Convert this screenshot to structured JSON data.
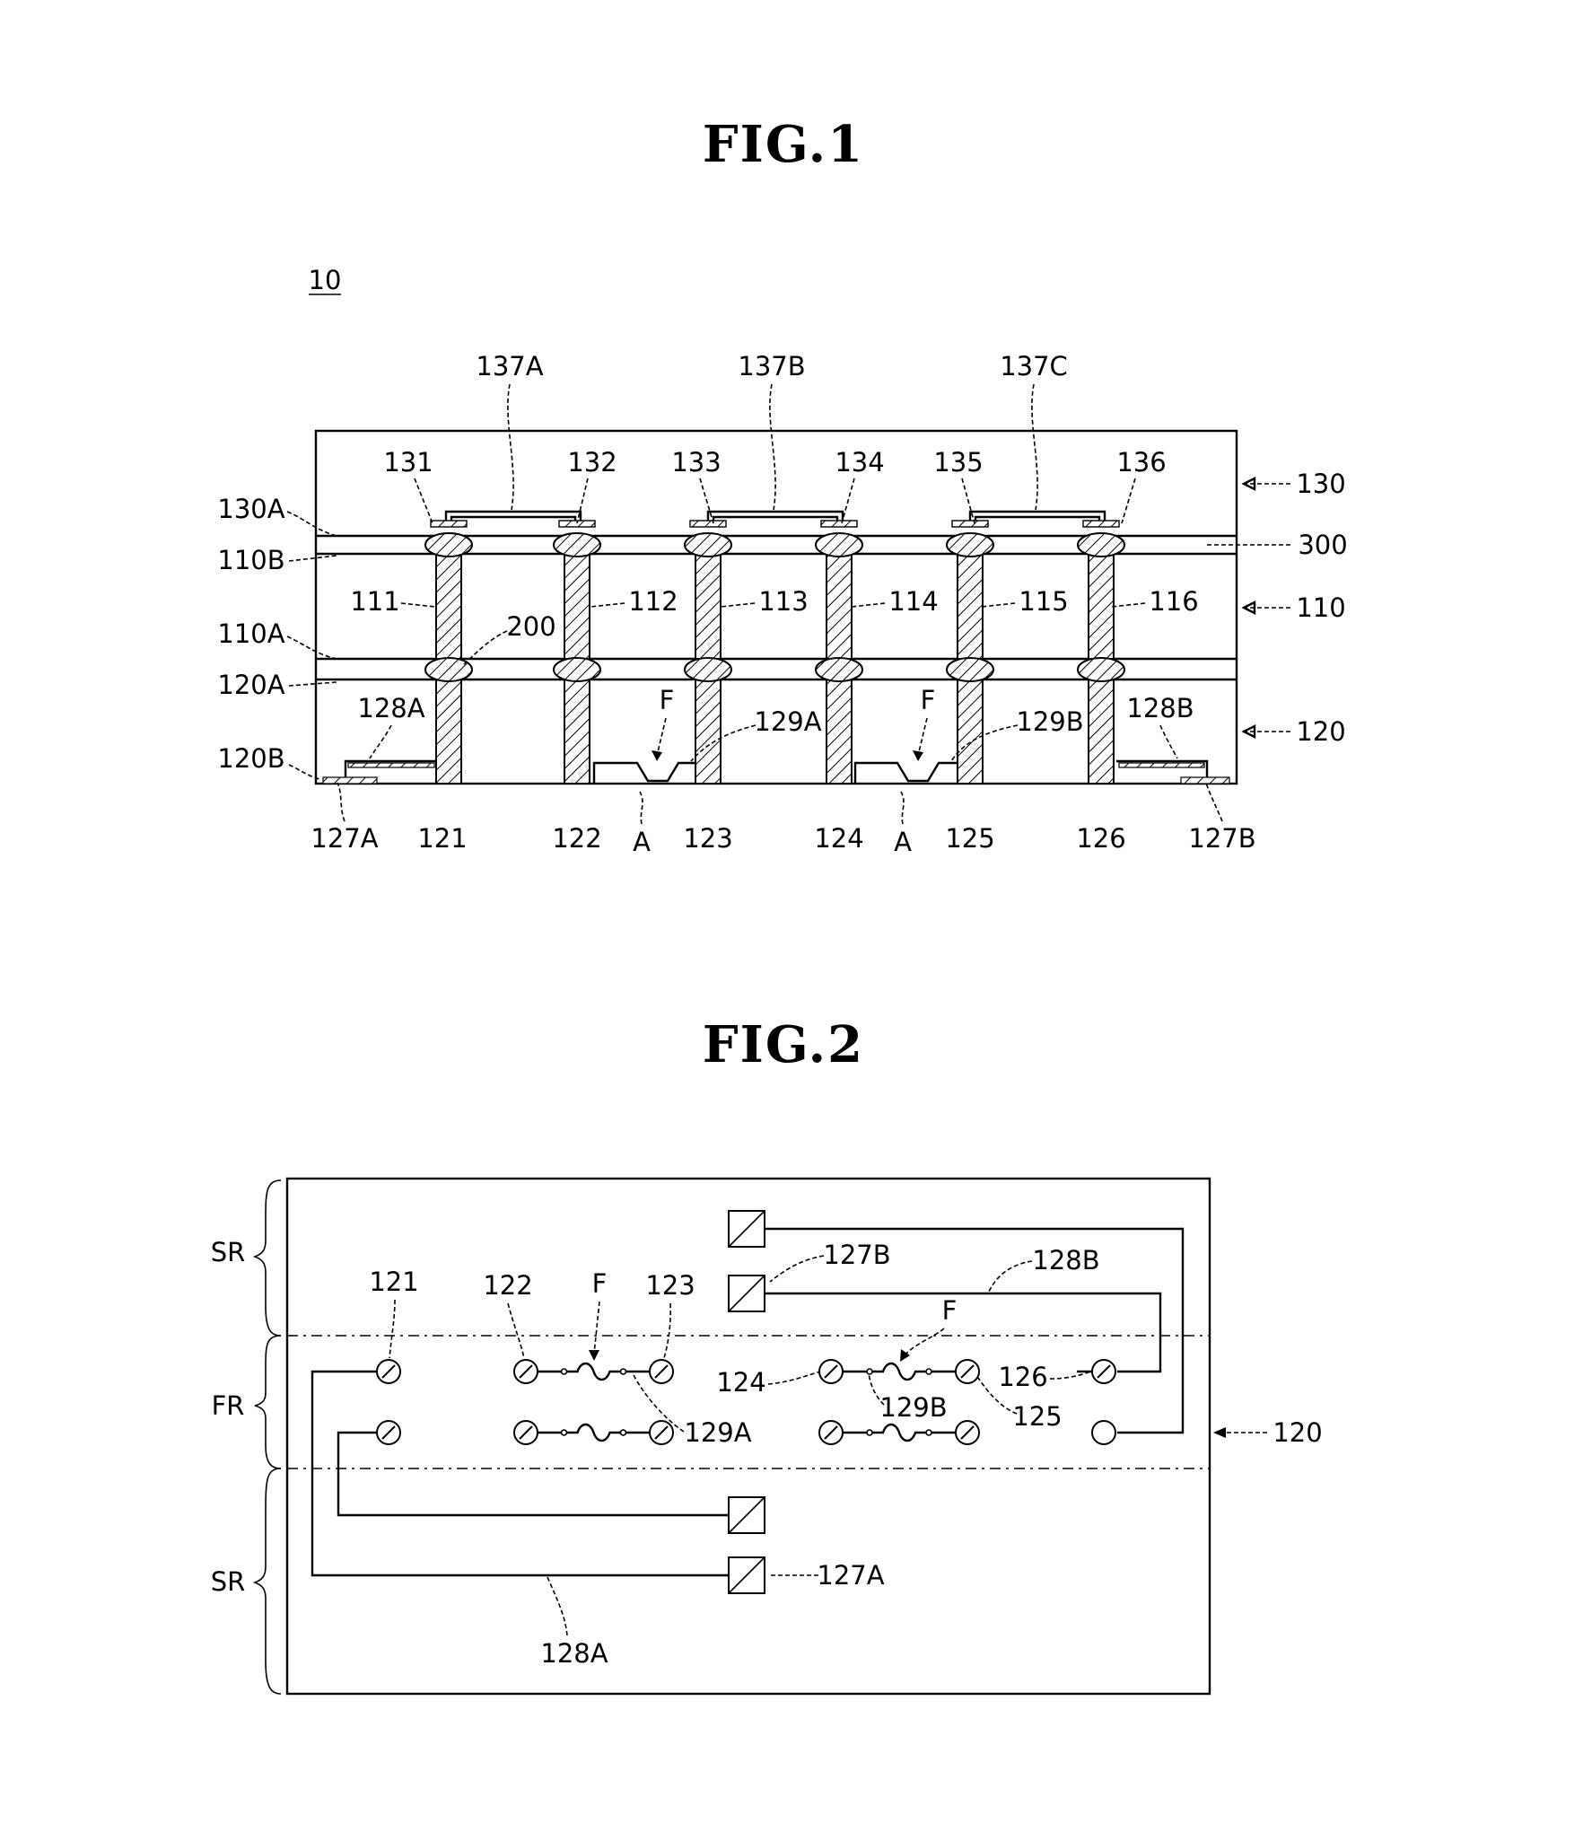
{
  "fig1": {
    "title": "FIG.1",
    "ref": "10",
    "top_labels": [
      "137A",
      "137B",
      "137C"
    ],
    "pad_labels": [
      "131",
      "132",
      "133",
      "134",
      "135",
      "136"
    ],
    "via_labels_mid": [
      "111",
      "112",
      "113",
      "114",
      "115",
      "116"
    ],
    "via_labels_bottom": [
      "121",
      "122",
      "123",
      "124",
      "125",
      "126"
    ],
    "left_labels": [
      "130A",
      "110B",
      "110A",
      "120A",
      "120B"
    ],
    "right_labels": [
      "130",
      "300",
      "110",
      "120"
    ],
    "bump_label": "200",
    "fuse_labels": [
      "F",
      "F"
    ],
    "fuse_lines": [
      "129A",
      "129B"
    ],
    "traces": [
      "128A",
      "128B"
    ],
    "end_pads": [
      "127A",
      "127B"
    ],
    "area_labels": [
      "A",
      "A"
    ]
  },
  "fig2": {
    "title": "FIG.2",
    "regions": [
      "SR",
      "FR",
      "SR"
    ],
    "board": "120",
    "nodes": [
      "121",
      "122",
      "123",
      "124",
      "125",
      "126"
    ],
    "fuse_labels": [
      "F",
      "F"
    ],
    "fuse_lines": [
      "129A",
      "129B"
    ],
    "pads": [
      "127B",
      "127A"
    ],
    "traces": [
      "128B",
      "128A"
    ]
  }
}
